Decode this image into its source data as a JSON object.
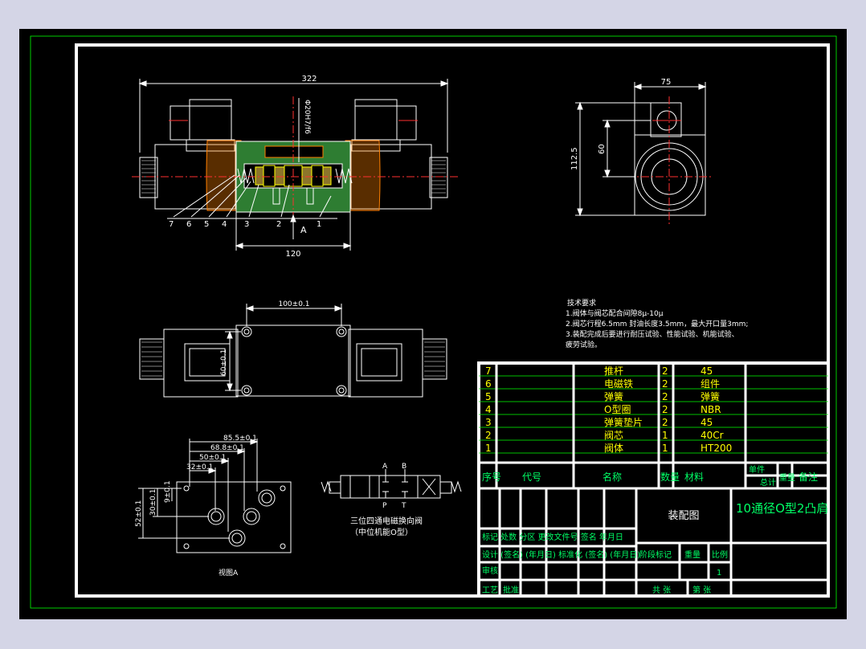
{
  "colors": {
    "background": "#d4d5e6",
    "paper": "#000000",
    "frame": "#ffffff",
    "outline": "#ffffff",
    "dimension": "#ffffff",
    "centerline": "#ff3030",
    "hatch": "#ff8000",
    "section_fill": "#2e7d32",
    "table_line": "#00ff00",
    "table_text": "#ffff00",
    "green_text": "#00ff66"
  },
  "front_view": {
    "dim_overall": "322",
    "dim_body": "120",
    "dim_bore": "Φ20H7/f6",
    "section_label": "A",
    "parts": [
      "7",
      "6",
      "5",
      "4",
      "3",
      "2",
      "1"
    ]
  },
  "side_view": {
    "dim_width": "75",
    "dim_height": "112.5",
    "dim_center": "60"
  },
  "top_view": {
    "dim_spacing": "100±0.1",
    "dim_height": "60±0.1"
  },
  "view_a": {
    "label": "视图A",
    "dims_h": [
      "85.5±0.1",
      "68.8±0.1",
      "50±0.1",
      "32±0.1"
    ],
    "dims_v": [
      "52±0.1",
      "30±0.1",
      "9±0.1"
    ]
  },
  "symbol": {
    "ports_top": [
      "A",
      "B"
    ],
    "ports_bottom": [
      "P",
      "T"
    ],
    "caption": "三位四通电磁换向阀",
    "caption2": "（中位机能O型）"
  },
  "tech": {
    "title": "技术要求",
    "lines": [
      "1.阀体与阀芯配合间隙8μ-10μ",
      "2.阀芯行程6.5mm 封油长度3.5mm，最大开口量3mm;",
      "3.装配完成后要进行耐压试验、性能试验、机能试验、",
      "疲劳试验。"
    ]
  },
  "bom": [
    {
      "no": "7",
      "name": "推杆",
      "qty": "2",
      "mat": "45"
    },
    {
      "no": "6",
      "name": "电磁铁",
      "qty": "2",
      "mat": "组件"
    },
    {
      "no": "5",
      "name": "弹簧",
      "qty": "2",
      "mat": "弹簧"
    },
    {
      "no": "4",
      "name": "O型圈",
      "qty": "2",
      "mat": "NBR"
    },
    {
      "no": "3",
      "name": "弹簧垫片",
      "qty": "2",
      "mat": "45"
    },
    {
      "no": "2",
      "name": "阀芯",
      "qty": "1",
      "mat": "40Cr"
    },
    {
      "no": "1",
      "name": "阀体",
      "qty": "1",
      "mat": "HT200"
    }
  ],
  "title_block": {
    "h_no": "序号",
    "h_code": "代号",
    "h_name": "名称",
    "h_qty": "数量",
    "h_mat": "材料",
    "h_single": "单件",
    "h_total": "总计",
    "h_weight": "重量",
    "h_remark": "备注",
    "drawing_type": "装配图",
    "drawing_title": "10通径O型2凸肩",
    "row_a": "标记 处数 分区 更改文件号 签名 年月日",
    "row_b": "设计 (签名) (年月日) 标准化 (签名) (年月日)",
    "row_c": "审核",
    "row_d": "工艺",
    "row_e": "批准",
    "stage_mark": "阶段标记",
    "weight": "重量",
    "scale": "比例",
    "scale_val": "1",
    "sheet_total": "共 张",
    "sheet_no": "第 张"
  }
}
